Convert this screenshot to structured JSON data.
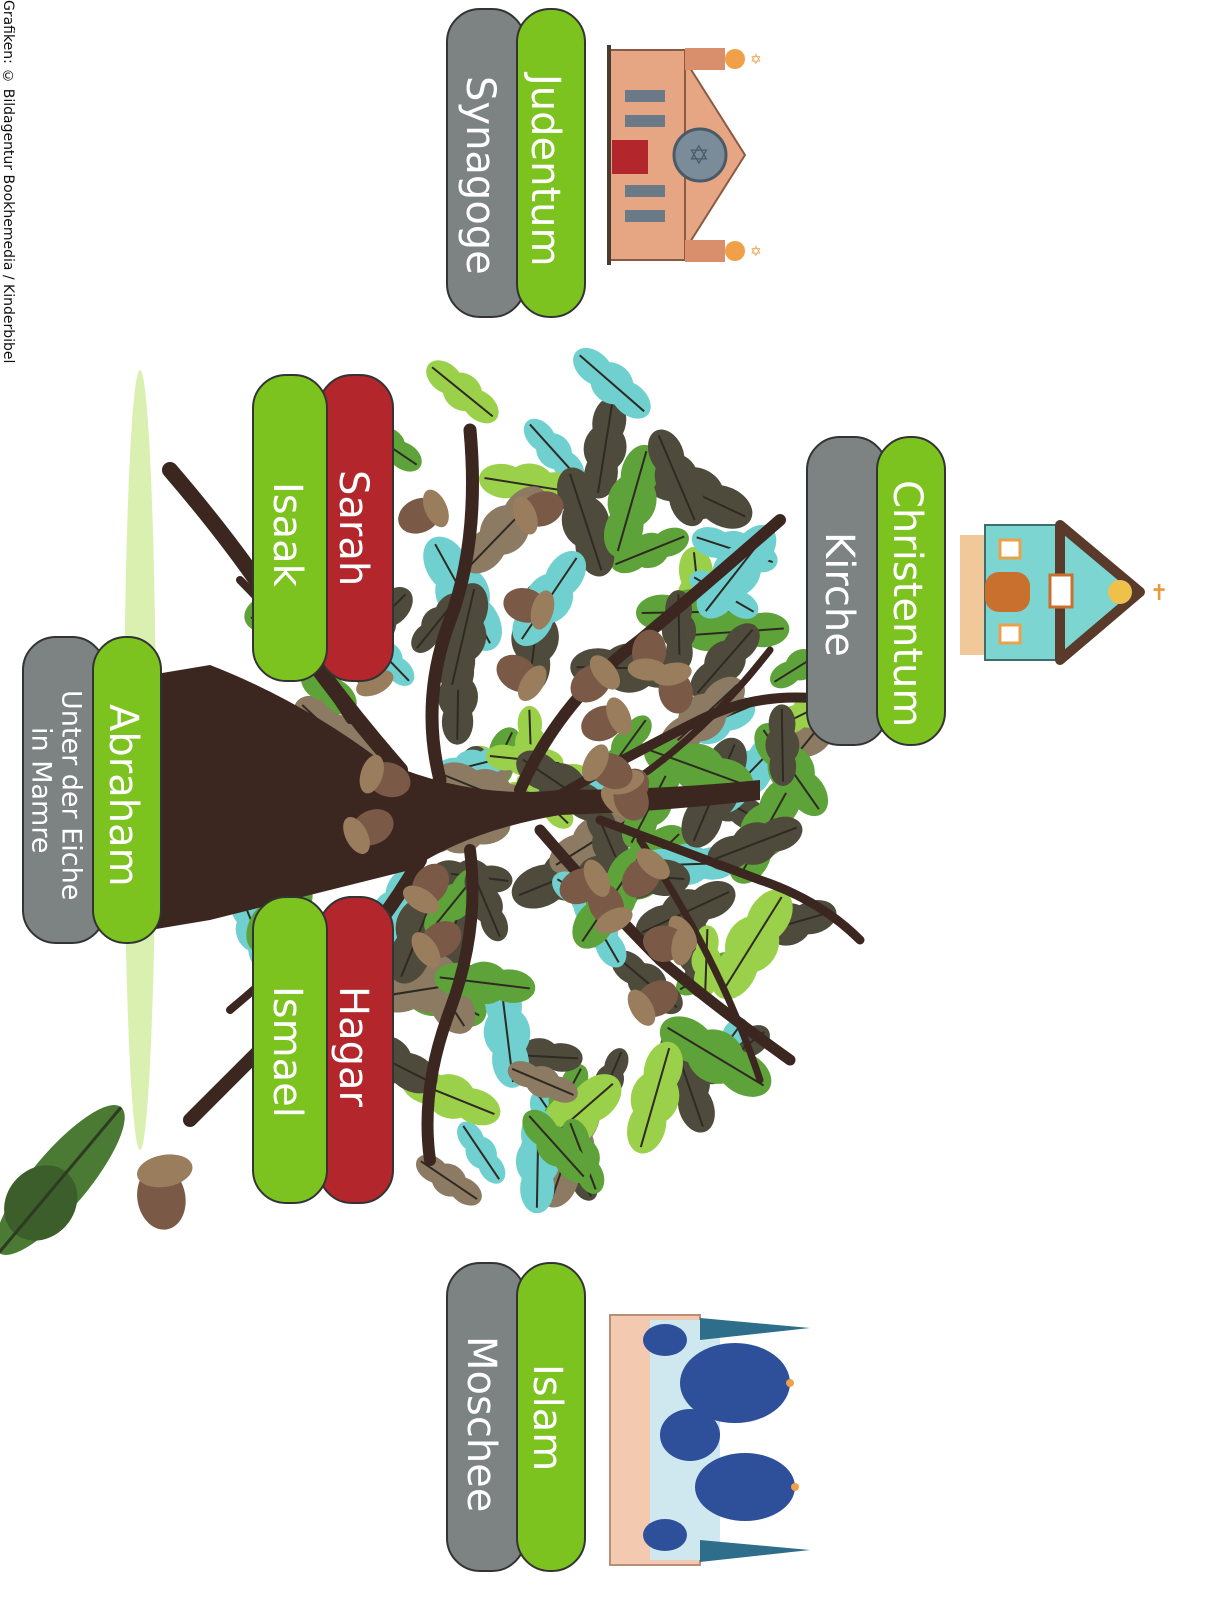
{
  "credit": "Grafiken: © Bildagentur Bookhemedia / Kinderbibel",
  "colors": {
    "green": "#7cc31f",
    "gray": "#7d8283",
    "red": "#b3272c",
    "trunk": "#3b2620",
    "leaf_dark": "#4f4b3c",
    "leaf_green": "#5ea23a",
    "leaf_light": "#9bd04a",
    "leaf_teal": "#6fd0cf",
    "leaf_brown": "#8c7a62",
    "acorn": "#7a5a46"
  },
  "labels": {
    "judentum": "Judentum",
    "synagoge": "Synagoge",
    "christentum": "Christentum",
    "kirche": "Kirche",
    "islam": "Islam",
    "moschee": "Moschee",
    "sarah": "Sarah",
    "isaak": "Isaak",
    "hagar": "Hagar",
    "ismael": "Ismael",
    "abraham": "Abraham",
    "eiche_line1": "Unter der Eiche",
    "eiche_line2": "in Mamre"
  },
  "icons": [
    "synagogue-icon",
    "church-icon",
    "mosque-icon",
    "oak-tree-illustration",
    "acorn-icon"
  ]
}
